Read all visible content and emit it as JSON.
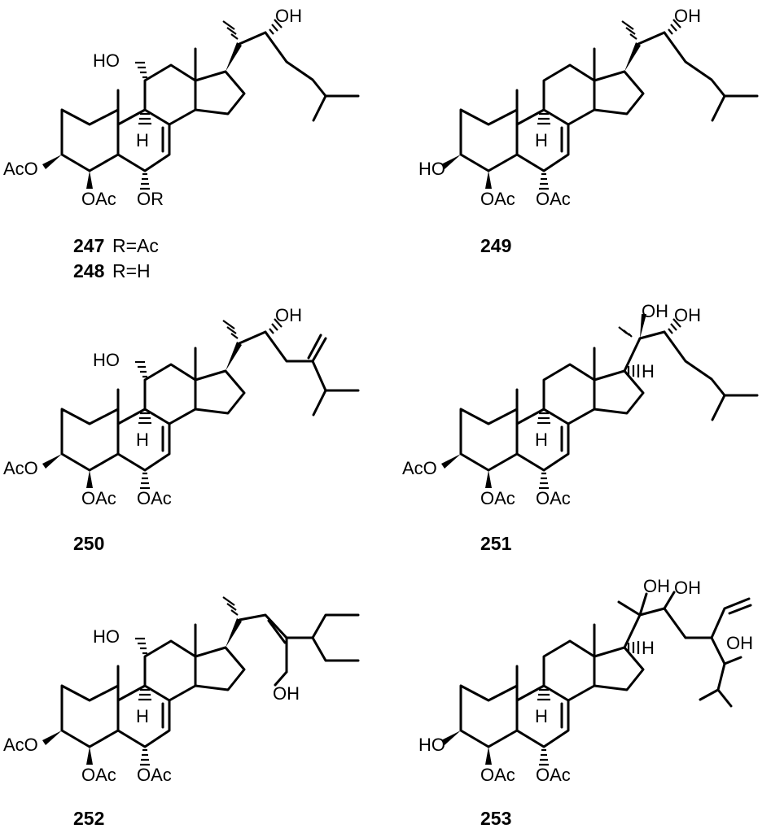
{
  "labels": {
    "oh": "OH",
    "ho": "HO",
    "aco": "AcO",
    "oac": "OAc",
    "or": "OR",
    "h": "H"
  },
  "compounds": [
    {
      "id": "247",
      "r": "R=Ac"
    },
    {
      "id": "248",
      "r": "R=H"
    },
    {
      "id": "249"
    },
    {
      "id": "250"
    },
    {
      "id": "251"
    },
    {
      "id": "252"
    },
    {
      "id": "253"
    }
  ]
}
